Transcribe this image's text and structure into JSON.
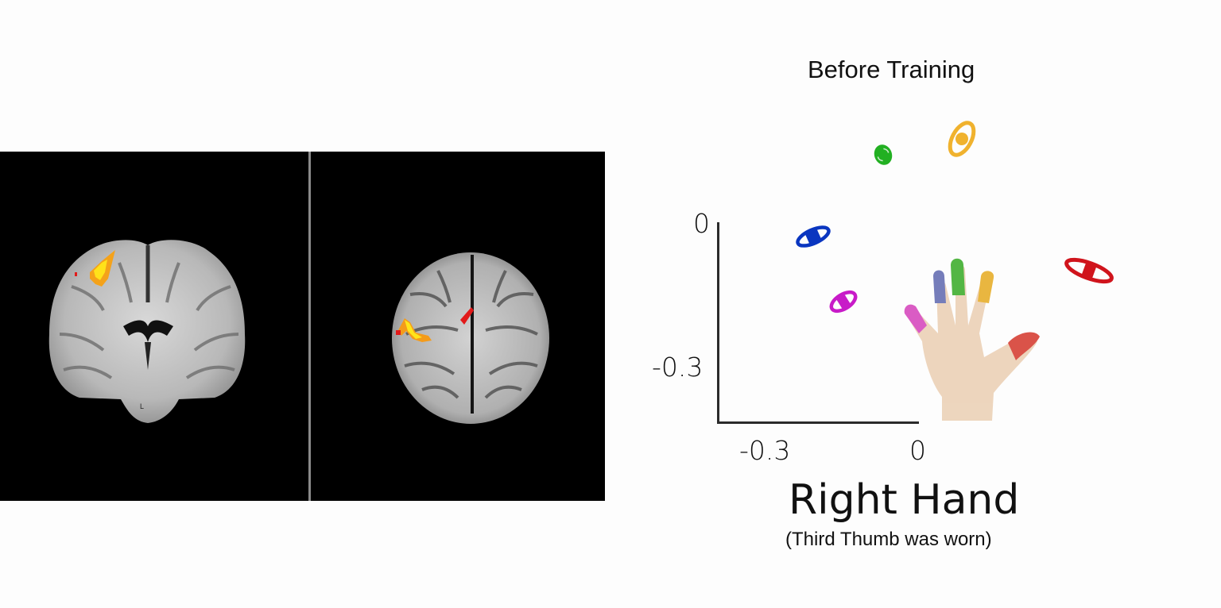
{
  "brain_panels": [
    {
      "view": "coronal",
      "orientation_label": "L"
    },
    {
      "view": "axial"
    }
  ],
  "chart_data": {
    "type": "scatter",
    "title": "Before Training",
    "xlabel": "Right Hand",
    "subtitle": "(Third Thumb was worn)",
    "x_ticks": [
      "-0.3",
      "0"
    ],
    "y_ticks": [
      "0",
      "-0.3"
    ],
    "xlim": [
      -0.38,
      0.0
    ],
    "ylim": [
      -0.42,
      0.0
    ],
    "grid": false,
    "points": [
      {
        "finger": "thumb",
        "color": "#d0141c",
        "x": 0.33,
        "y": -0.1,
        "rx": 0.048,
        "ry": 0.015,
        "angle": 20
      },
      {
        "finger": "index",
        "color": "#f0b22e",
        "x": 0.085,
        "y": 0.174,
        "rx": 0.035,
        "ry": 0.016,
        "angle": -62
      },
      {
        "finger": "middle",
        "color": "#22b022",
        "x": -0.068,
        "y": 0.14,
        "rx": 0.019,
        "ry": 0.014,
        "angle": 70
      },
      {
        "finger": "ring",
        "color": "#0a36c0",
        "x": -0.2,
        "y": -0.03,
        "rx": 0.034,
        "ry": 0.013,
        "angle": -25
      },
      {
        "finger": "little",
        "color": "#c81bc8",
        "x": -0.145,
        "y": -0.166,
        "rx": 0.028,
        "ry": 0.015,
        "angle": -32
      }
    ]
  },
  "labels": {
    "title": "Before Training",
    "y_tick_top": "0",
    "y_tick_bottom": "-0.3",
    "x_tick_left": "-0.3",
    "x_tick_right": "0",
    "hand": "Right Hand",
    "hand_sub": "(Third Thumb was worn)",
    "coronal_L": "L"
  }
}
